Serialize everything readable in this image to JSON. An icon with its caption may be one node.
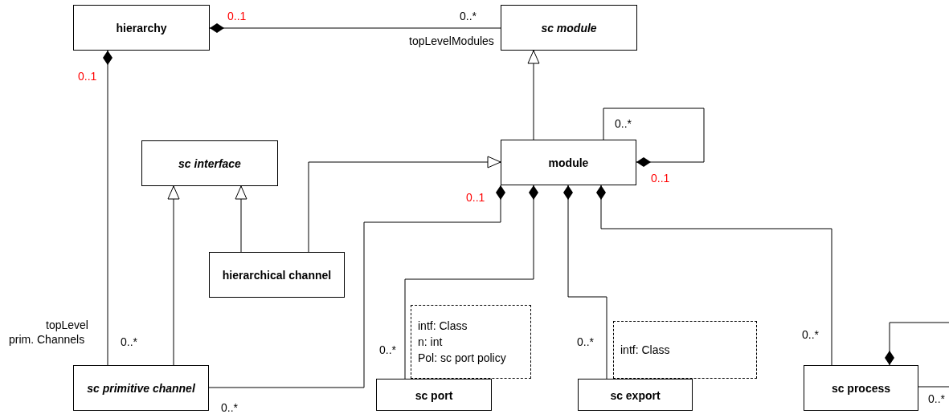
{
  "diagram": {
    "nodes": [
      {
        "text": [
          "hierarchy"
        ]
      },
      {
        "text": [
          "sc module"
        ]
      },
      {
        "text": [
          "sc interface"
        ]
      },
      {
        "text": [
          "module"
        ]
      },
      {
        "text": [
          "hierarchical channel"
        ]
      },
      {
        "text": [
          "sc primitive channel"
        ]
      },
      {
        "text": [
          "sc port"
        ]
      },
      {
        "text": [
          "intf: Class",
          "n: int",
          "Pol: sc port policy"
        ]
      },
      {
        "text": [
          "sc export"
        ]
      },
      {
        "text": [
          "intf: Class"
        ]
      },
      {
        "text": [
          "sc process"
        ]
      }
    ],
    "edges": [
      {
        "from": 0,
        "to": 1,
        "arrow": "other"
      },
      {
        "from": 0,
        "to": 5,
        "arrow": "other"
      },
      {
        "from": 3,
        "to": 1,
        "arrow": "to"
      },
      {
        "from": 3,
        "to": 3,
        "arrow": "other"
      },
      {
        "from": 4,
        "to": 3,
        "arrow": "to"
      },
      {
        "from": 5,
        "to": 2,
        "arrow": "to"
      },
      {
        "from": 4,
        "to": 2,
        "arrow": "to"
      },
      {
        "from": 3,
        "to": 5,
        "arrow": "other"
      },
      {
        "from": 3,
        "to": 6,
        "arrow": "other"
      },
      {
        "from": 3,
        "to": 8,
        "arrow": "other"
      },
      {
        "from": 3,
        "to": 10,
        "arrow": "other"
      },
      {
        "from": 10,
        "to": 10,
        "arrow": "other"
      }
    ],
    "labels": [
      "0..1",
      "0..*",
      "topLevelModules",
      "0..1",
      "0..*",
      "0..1",
      "0..1",
      "topLevel",
      "prim. Channels",
      "0..*",
      "0..*",
      "0..*",
      "0..*",
      "0..*",
      "0..*"
    ]
  }
}
